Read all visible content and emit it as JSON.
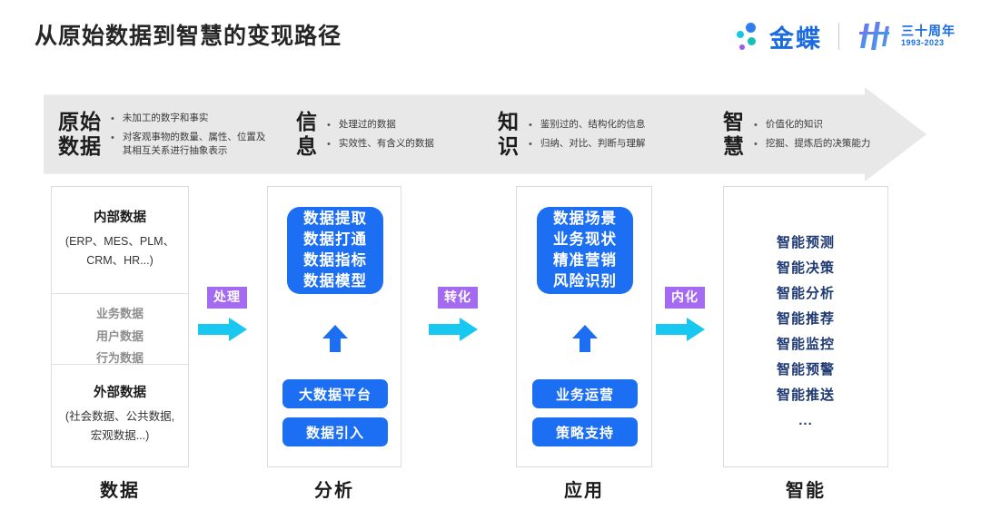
{
  "header": {
    "title": "从原始数据到智慧的变现路径",
    "brand": {
      "name": "金蝶",
      "anniversary_title": "三十周年",
      "anniversary_years": "1993-2023"
    }
  },
  "banner": {
    "stages": [
      {
        "kanji": "原始\n数据",
        "bullets": [
          "未加工的数字和事实",
          "对客观事物的数量、属性、位置及其相互关系进行抽象表示"
        ]
      },
      {
        "kanji": "信\n息",
        "bullets": [
          "处理过的数据",
          "实效性、有含义的数据"
        ]
      },
      {
        "kanji": "知\n识",
        "bullets": [
          "鉴别过的、结构化的信息",
          "归纳、对比、判断与理解"
        ]
      },
      {
        "kanji": "智\n慧",
        "bullets": [
          "价值化的知识",
          "挖掘、提炼后的决策能力"
        ]
      }
    ]
  },
  "columns": {
    "data": {
      "label": "数据",
      "internal_title": "内部数据",
      "internal_sub": "(ERP、MES、PLM、\nCRM、HR...)",
      "middle_items": [
        "业务数据",
        "用户数据",
        "行为数据"
      ],
      "external_title": "外部数据",
      "external_sub": "(社会数据、公共数据,\n宏观数据...)"
    },
    "analysis": {
      "label": "分析",
      "main_box_lines": "数据提取\n数据打通\n数据指标\n数据模型",
      "pills": [
        "大数据平台",
        "数据引入"
      ]
    },
    "application": {
      "label": "应用",
      "main_box_lines": "数据场景\n业务现状\n精准营销\n风险识别",
      "pills": [
        "业务运营",
        "策略支持"
      ]
    },
    "intelligence": {
      "label": "智能",
      "items": [
        "智能预测",
        "智能决策",
        "智能分析",
        "智能推荐",
        "智能监控",
        "智能预警",
        "智能推送",
        "..."
      ]
    }
  },
  "connectors": [
    {
      "badge": "处理"
    },
    {
      "badge": "转化"
    },
    {
      "badge": "内化"
    }
  ],
  "colors": {
    "brand_blue": "#1a6ae0",
    "box_blue": "#1c6ef2",
    "navy": "#1f3a72",
    "badge_purple": "#a46af0",
    "arrow_cyan": "#18c8f0",
    "banner_gray": "#e8e8e8",
    "muted_gray": "#8e8e8e"
  }
}
